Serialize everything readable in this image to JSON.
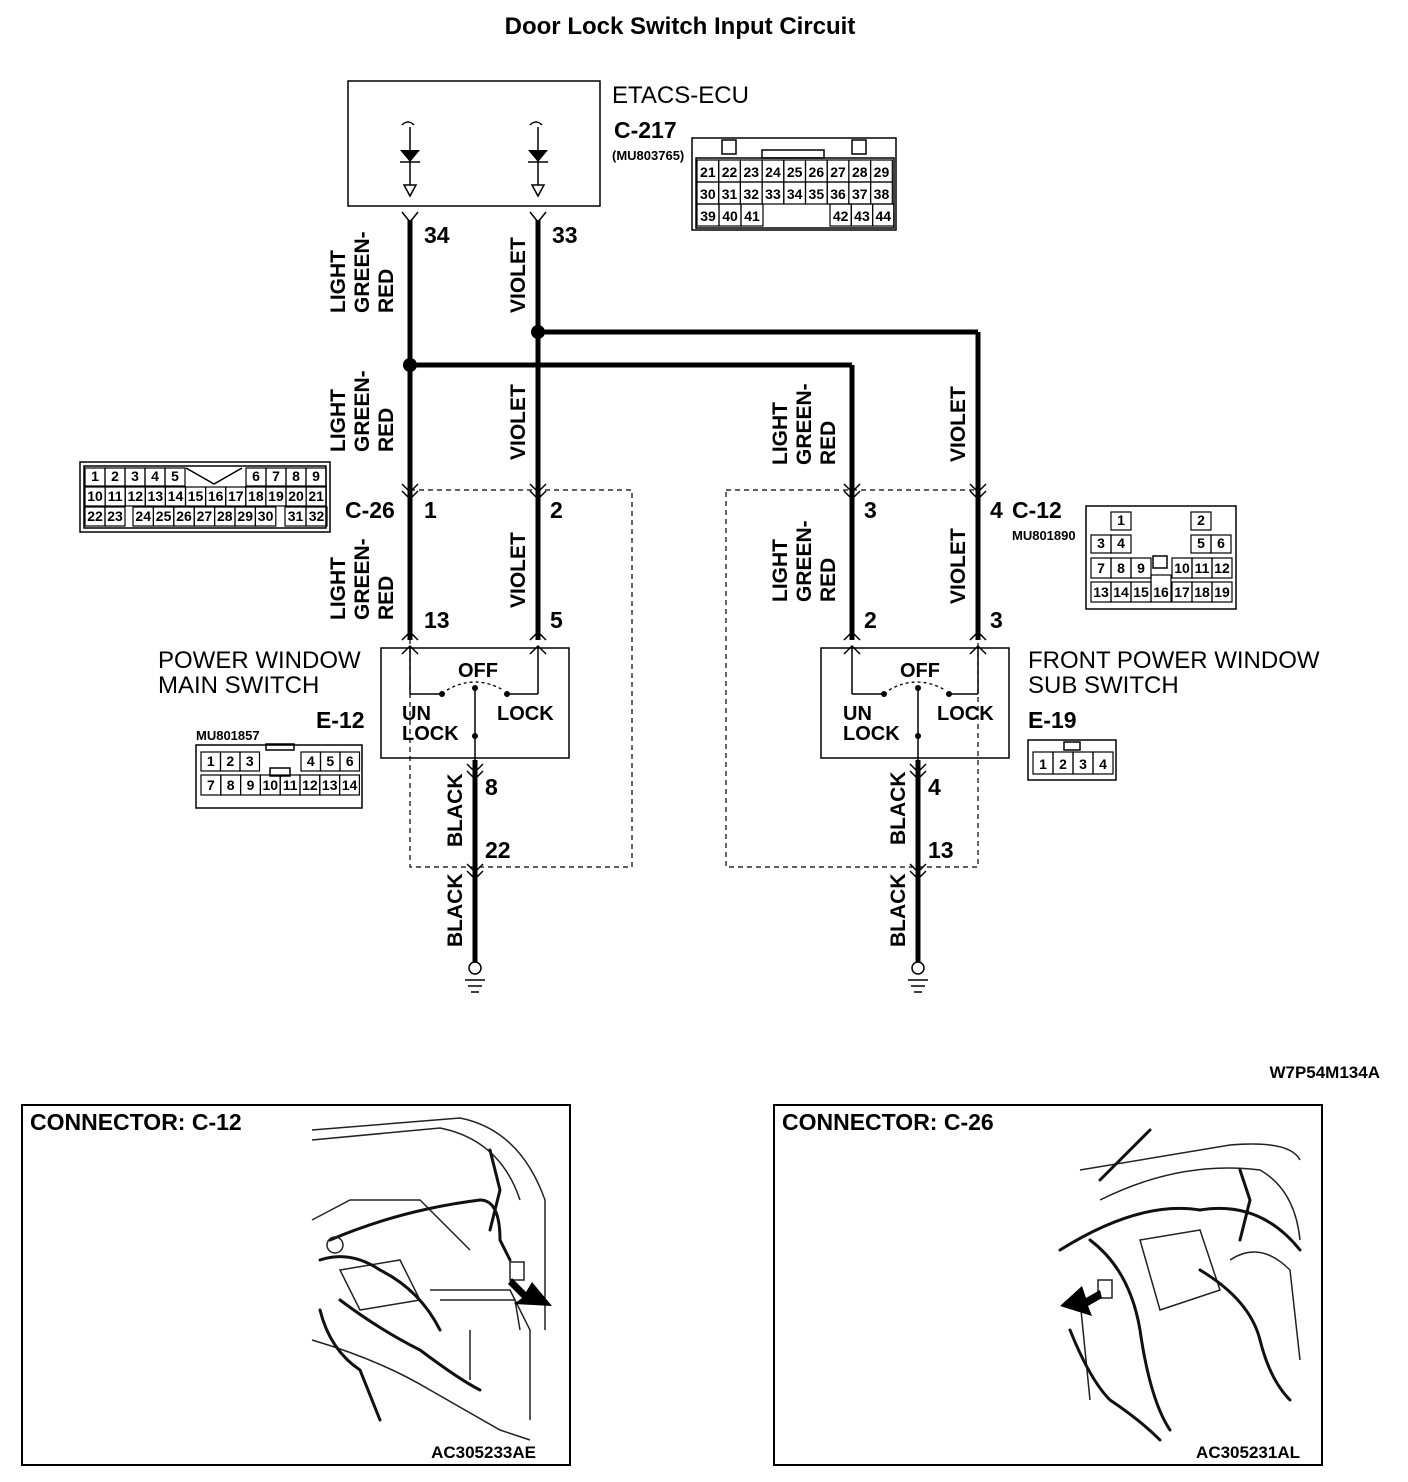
{
  "title": "Door Lock Switch Input Circuit",
  "diagram_code": "W7P54M134A",
  "ecu": {
    "name": "ETACS-ECU",
    "connector": "C-217",
    "part_number": "(MU803765)",
    "pins": {
      "lgr": "34",
      "violet": "33"
    },
    "connector_cells": {
      "row1": [
        "21",
        "22",
        "23",
        "24",
        "25",
        "26",
        "27",
        "28",
        "29"
      ],
      "row2": [
        "30",
        "31",
        "32",
        "33",
        "34",
        "35",
        "36",
        "37",
        "38"
      ],
      "row3a": [
        "39",
        "40",
        "41"
      ],
      "row3b": [
        "42",
        "43",
        "44"
      ]
    }
  },
  "wires": {
    "light": "LIGHT",
    "green": "GREEN-",
    "red": "RED",
    "violet": "VIOLET",
    "black": "BLACK"
  },
  "c26": {
    "name": "C-26",
    "pins": {
      "lgr_in": "1",
      "violet_in": "2",
      "lgr_out": "13",
      "violet_out": "5",
      "black_a": "8",
      "black_b": "22"
    },
    "connector_cells": {
      "row1a": [
        "1",
        "2",
        "3",
        "4",
        "5"
      ],
      "row1b": [
        "6",
        "7",
        "8",
        "9"
      ],
      "row2": [
        "10",
        "11",
        "12",
        "13",
        "14",
        "15",
        "16",
        "17",
        "18",
        "19",
        "20",
        "21"
      ],
      "row3a": [
        "22",
        "23"
      ],
      "row3b": [
        "24",
        "25",
        "26",
        "27",
        "28",
        "29",
        "30"
      ],
      "row3c": [
        "31",
        "32"
      ]
    }
  },
  "c12": {
    "name": "C-12",
    "part_number": "MU801890",
    "pins": {
      "lgr_in": "3",
      "violet_in": "4",
      "lgr_out": "2",
      "violet_out": "3",
      "black_a": "4",
      "black_b": "13"
    },
    "connector_cells": {
      "r1a": "1",
      "r1b": "2",
      "r2a": [
        "3",
        "4"
      ],
      "r2b": [
        "5",
        "6"
      ],
      "r3a": [
        "7",
        "8",
        "9"
      ],
      "r3b": [
        "10",
        "11",
        "12"
      ],
      "r4a": [
        "13",
        "14",
        "15"
      ],
      "r4mid": "16",
      "r4b": [
        "17",
        "18",
        "19"
      ]
    }
  },
  "main_switch": {
    "name_line1": "POWER WINDOW",
    "name_line2": "MAIN SWITCH",
    "connector": "E-12",
    "part_number": "MU801857",
    "off": "OFF",
    "un": "UN",
    "lock_left": "LOCK",
    "lock_right": "LOCK",
    "connector_cells": {
      "row1a": [
        "1",
        "2",
        "3"
      ],
      "row1b": [
        "4",
        "5",
        "6"
      ],
      "row2": [
        "7",
        "8",
        "9",
        "10",
        "11",
        "12",
        "13",
        "14"
      ]
    }
  },
  "sub_switch": {
    "name_line1": "FRONT POWER WINDOW",
    "name_line2": "SUB SWITCH",
    "connector": "E-19",
    "off": "OFF",
    "un": "UN",
    "lock_left": "LOCK",
    "lock_right": "LOCK",
    "connector_cells": [
      "1",
      "2",
      "3",
      "4"
    ]
  },
  "connector_views": [
    {
      "label": "CONNECTOR: C-12",
      "code": "AC305233AE"
    },
    {
      "label": "CONNECTOR: C-26",
      "code": "AC305231AL"
    }
  ]
}
